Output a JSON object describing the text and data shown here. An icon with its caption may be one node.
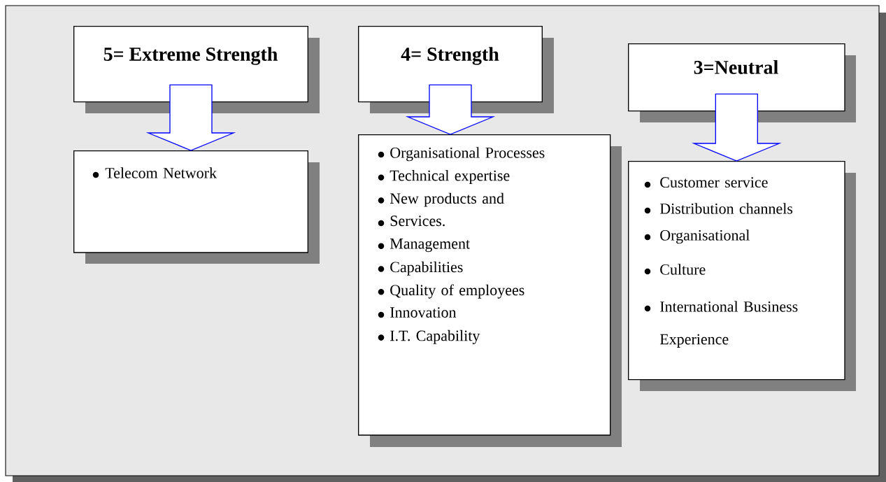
{
  "diagram": {
    "nodes": [
      {
        "text": [
          "5= Extreme Strength"
        ]
      },
      {
        "text": [
          "Telecom Network"
        ]
      },
      {
        "text": [
          "4= Strength"
        ]
      },
      {
        "text": [
          "Organisational Processes",
          "Technical expertise",
          "New products and",
          "Services.",
          "Management",
          "Capabilities",
          "Quality of employees",
          "Innovation",
          "I.T. Capability"
        ]
      },
      {
        "text": [
          "3=Neutral"
        ]
      },
      {
        "text": [
          "Customer service",
          "Distribution channels",
          "Organisational",
          "Culture",
          "International Business Experience"
        ]
      }
    ],
    "edges": [
      {
        "from": 0,
        "to": 1,
        "arrow": "to"
      },
      {
        "from": 2,
        "to": 3,
        "arrow": "to"
      },
      {
        "from": 4,
        "to": 5,
        "arrow": "to"
      }
    ]
  }
}
